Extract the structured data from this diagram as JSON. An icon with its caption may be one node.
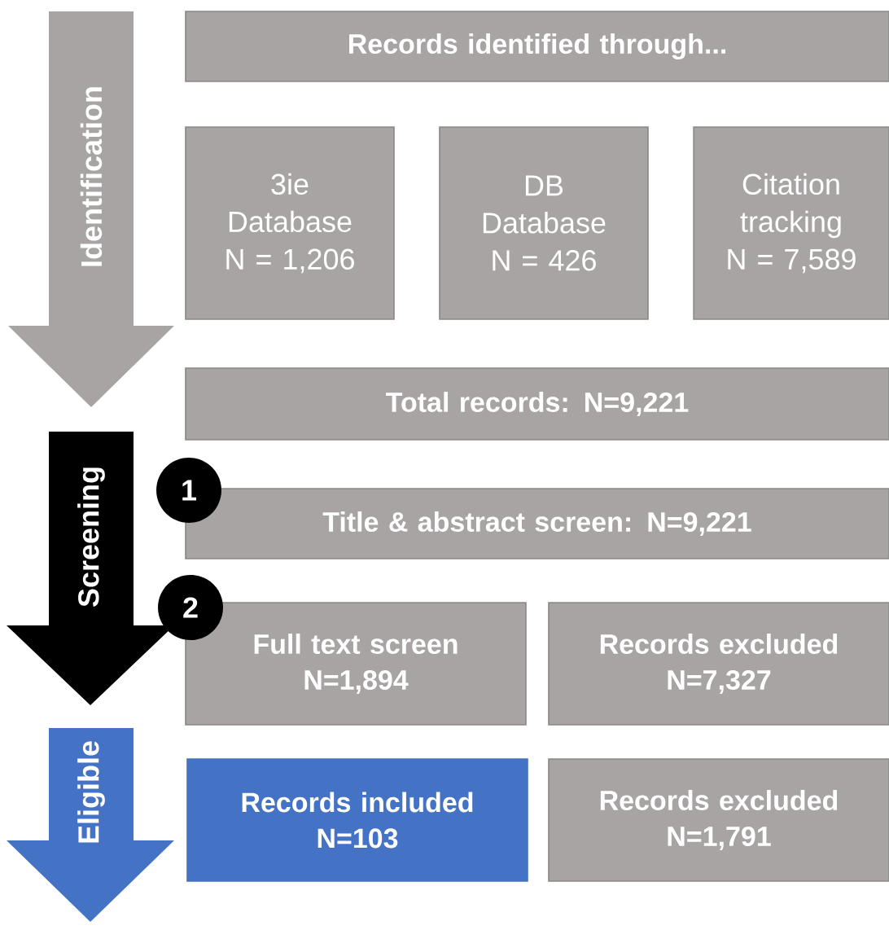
{
  "diagram": {
    "nodes": [
      {
        "text": [
          "Identification"
        ]
      },
      {
        "text": [
          "Records identified through..."
        ]
      },
      {
        "text": [
          "3ie Database",
          "N = 1,206"
        ]
      },
      {
        "text": [
          "DB Database",
          "N = 426"
        ]
      },
      {
        "text": [
          "Citation tracking",
          "N = 7,589"
        ]
      },
      {
        "text": [
          "Total records: N=9,221"
        ]
      },
      {
        "text": [
          "Screening"
        ]
      },
      {
        "text": [
          "1"
        ]
      },
      {
        "text": [
          "Title & abstract screen: N=9,221"
        ]
      },
      {
        "text": [
          "2"
        ]
      },
      {
        "text": [
          "Full text screen",
          "N=1,894"
        ]
      },
      {
        "text": [
          "Records excluded",
          "N=7,327"
        ]
      },
      {
        "text": [
          "Eligible"
        ]
      },
      {
        "text": [
          "Records included",
          "N=103"
        ]
      },
      {
        "text": [
          "Records excluded",
          "N=1,791"
        ]
      }
    ]
  }
}
